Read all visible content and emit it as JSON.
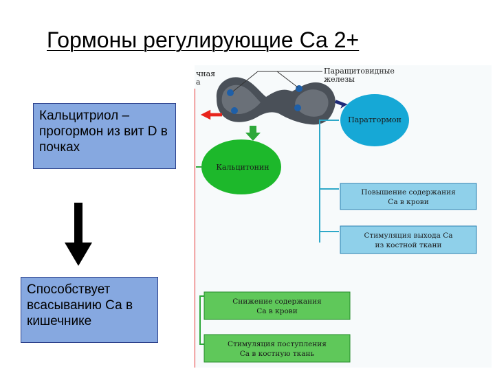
{
  "title": "Гормоны регулирующие Са 2+",
  "left_column": {
    "top_box": "Кальцитриол – прогормон из вит D в почках",
    "bottom_box": "Способствует всасыванию Са в кишечнике"
  },
  "figure": {
    "label_top_left_line1": "чная",
    "label_top_left_line2": "а",
    "label_parathyroid_line1": "Паращитовидные",
    "label_parathyroid_line2": "железы",
    "parathormone": "Паратгормон",
    "calcitonin": "Кальцитонин",
    "effect_increase_line1": "Повышение содержания",
    "effect_increase_line2": "Са в крови",
    "effect_release_line1": "Стимуляция выхода Са",
    "effect_release_line2": "из костной ткани",
    "effect_decrease_line1": "Снижение содержания",
    "effect_decrease_line2": "Са в крови",
    "effect_uptake_line1": "Стимуляция поступления",
    "effect_uptake_line2": "Са в костную ткань"
  },
  "colors": {
    "blue_box": "#86a8e0",
    "teal_node": "#16a8d6",
    "green_node": "#1db82b",
    "arrow_red": "#e8241c",
    "arrow_navy": "#1e2a78",
    "arrow_green": "#2ea83a"
  }
}
